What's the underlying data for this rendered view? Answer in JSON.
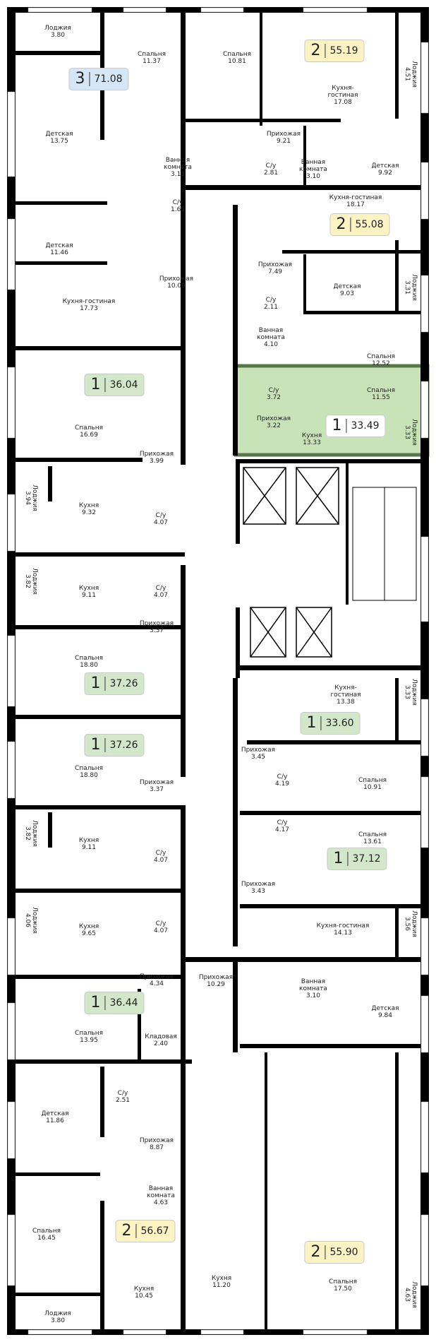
{
  "colors": {
    "blue": "#d5e6f6",
    "yellow": "#fbf3c4",
    "green": "#d3e8cb",
    "white": "#ffffff",
    "highlight": "#c9e3b9",
    "highlight_border": "#58774a"
  },
  "rooms": [
    {
      "name": "Лоджия",
      "area": "3.80"
    },
    {
      "name": "Спальня",
      "area": "11.37"
    },
    {
      "name": "Детская",
      "area": "13.75"
    },
    {
      "name": "Ванная\nкомната",
      "area": "3.13"
    },
    {
      "name": "С/у",
      "area": "1.65"
    },
    {
      "name": "Детская",
      "area": "11.46"
    },
    {
      "name": "Прихожая",
      "area": "10.09"
    },
    {
      "name": "Кухня-гостиная",
      "area": "17.73"
    },
    {
      "name": "Спальня",
      "area": "16.69"
    },
    {
      "name": "Прихожая",
      "area": "3.99"
    },
    {
      "name": "Лоджия",
      "area": "3.94"
    },
    {
      "name": "Кухня",
      "area": "9.32"
    },
    {
      "name": "С/у",
      "area": "4.07"
    },
    {
      "name": "Лоджия",
      "area": "3.82"
    },
    {
      "name": "Кухня",
      "area": "9.11"
    },
    {
      "name": "С/у",
      "area": "4.07"
    },
    {
      "name": "Прихожая",
      "area": "3.37"
    },
    {
      "name": "Спальня",
      "area": "18.80"
    },
    {
      "name": "Спальня",
      "area": "18.80"
    },
    {
      "name": "Прихожая",
      "area": "3.37"
    },
    {
      "name": "Лоджия",
      "area": "3.82"
    },
    {
      "name": "Кухня",
      "area": "9.11"
    },
    {
      "name": "С/у",
      "area": "4.07"
    },
    {
      "name": "Лоджия",
      "area": "4.06"
    },
    {
      "name": "Кухня",
      "area": "9.65"
    },
    {
      "name": "С/у",
      "area": "4.07"
    },
    {
      "name": "Прихожая",
      "area": "4.34"
    },
    {
      "name": "Спальня",
      "area": "13.95"
    },
    {
      "name": "Кладовая",
      "area": "2.40"
    },
    {
      "name": "С/у",
      "area": "2.51"
    },
    {
      "name": "Детская",
      "area": "11.86"
    },
    {
      "name": "Прихожая",
      "area": "8.87"
    },
    {
      "name": "Ванная\nкомната",
      "area": "4.63"
    },
    {
      "name": "Спальня",
      "area": "16.45"
    },
    {
      "name": "Кухня",
      "area": "10.45"
    },
    {
      "name": "Лоджия",
      "area": "3.80"
    },
    {
      "name": "Спальня",
      "area": "10.81"
    },
    {
      "name": "Кухня-\nгостиная",
      "area": "17.08"
    },
    {
      "name": "Лоджия",
      "area": "4.51"
    },
    {
      "name": "Прихожая",
      "area": "9.21"
    },
    {
      "name": "С/у",
      "area": "2.81"
    },
    {
      "name": "Ванная\nкомната",
      "area": "3.10"
    },
    {
      "name": "Детская",
      "area": "9.92"
    },
    {
      "name": "Кухня-гостиная",
      "area": "18.17"
    },
    {
      "name": "Прихожая",
      "area": "7.49"
    },
    {
      "name": "Детская",
      "area": "9.03"
    },
    {
      "name": "Лоджия",
      "area": "3.31"
    },
    {
      "name": "С/у",
      "area": "2.11"
    },
    {
      "name": "Ванная\nкомната",
      "area": "4.10"
    },
    {
      "name": "Спальня",
      "area": "12.52"
    },
    {
      "name": "С/у",
      "area": "3.72"
    },
    {
      "name": "Спальня",
      "area": "11.55"
    },
    {
      "name": "Прихожая",
      "area": "3.22"
    },
    {
      "name": "Кухня",
      "area": "13.33"
    },
    {
      "name": "Лоджия",
      "area": "3.33"
    },
    {
      "name": "Кухня-\nгостиная",
      "area": "13.38"
    },
    {
      "name": "Лоджия",
      "area": "3.33"
    },
    {
      "name": "Прихожая",
      "area": "3.45"
    },
    {
      "name": "С/у",
      "area": "4.19"
    },
    {
      "name": "Спальня",
      "area": "10.91"
    },
    {
      "name": "С/у",
      "area": "4.17"
    },
    {
      "name": "Спальня",
      "area": "13.61"
    },
    {
      "name": "Прихожая",
      "area": "3.43"
    },
    {
      "name": "Кухня-гостиная",
      "area": "14.13"
    },
    {
      "name": "Лоджия",
      "area": "3.56"
    },
    {
      "name": "Прихожая",
      "area": "10.29"
    },
    {
      "name": "Ванная\nкомната",
      "area": "3.10"
    },
    {
      "name": "Детская",
      "area": "9.84"
    },
    {
      "name": "Кухня",
      "area": "11.20"
    },
    {
      "name": "Спальня",
      "area": "17.50"
    },
    {
      "name": "Лоджия",
      "area": "4.63"
    }
  ],
  "apartments": [
    {
      "rooms": "3",
      "area": "71.08",
      "color": "#d5e6f6"
    },
    {
      "rooms": "1",
      "area": "36.04",
      "color": "#d3e8cb"
    },
    {
      "rooms": "1",
      "area": "37.26",
      "color": "#d3e8cb"
    },
    {
      "rooms": "1",
      "area": "37.26",
      "color": "#d3e8cb"
    },
    {
      "rooms": "1",
      "area": "36.44",
      "color": "#d3e8cb"
    },
    {
      "rooms": "2",
      "area": "56.67",
      "color": "#fbf3c4"
    },
    {
      "rooms": "2",
      "area": "55.19",
      "color": "#fbf3c4"
    },
    {
      "rooms": "2",
      "area": "55.08",
      "color": "#fbf3c4"
    },
    {
      "rooms": "1",
      "area": "33.49",
      "color": "#ffffff",
      "selected": true
    },
    {
      "rooms": "1",
      "area": "33.60",
      "color": "#d3e8cb"
    },
    {
      "rooms": "1",
      "area": "37.12",
      "color": "#d3e8cb"
    },
    {
      "rooms": "2",
      "area": "55.90",
      "color": "#fbf3c4"
    }
  ]
}
